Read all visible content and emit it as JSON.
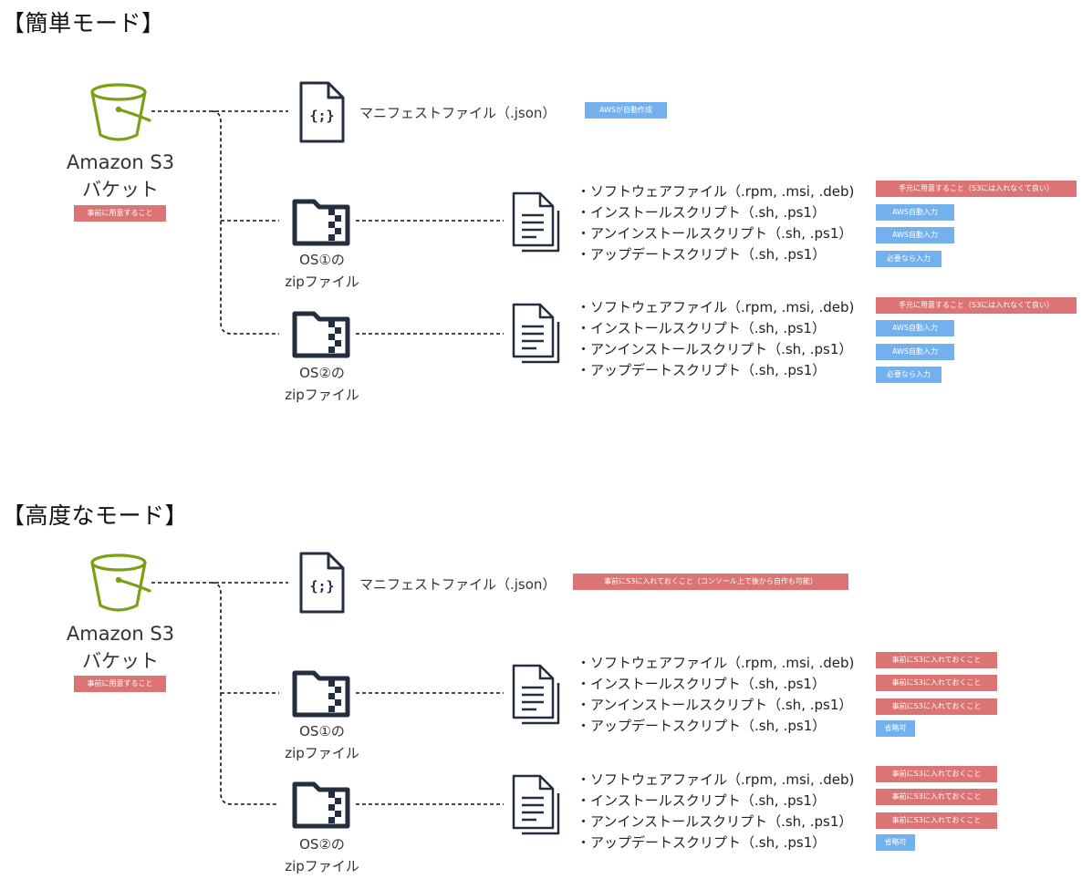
{
  "colors": {
    "bucket": "#7aa116",
    "icon": "#232f3e",
    "red_badge": "#dc7474",
    "blue_badge": "#72b0ee"
  },
  "icons": {
    "bucket": "s3-bucket-icon",
    "manifest": "json-file-icon",
    "zip": "zip-folder-icon",
    "documents": "documents-icon"
  },
  "simple": {
    "title": "【簡単モード】",
    "s3_line1": "Amazon S3",
    "s3_line2": "バケット",
    "s3_badge": "事前に用意すること",
    "manifest_label": "マニフェストファイル（.json）",
    "manifest_badge": "AWSが自動作成",
    "os1_line1": "OS①の",
    "os1_line2": "zipファイル",
    "os2_line1": "OS②の",
    "os2_line2": "zipファイル",
    "files": [
      "・ソフトウェアファイル（.rpm, .msi, .deb)",
      "・インストールスクリプト（.sh, .ps1）",
      "・アンインストールスクリプト（.sh, .ps1）",
      "・アップデートスクリプト（.sh, .ps1）"
    ],
    "badges": [
      "手元に用意すること（S3には入れなくて良い）",
      "AWS自動入力",
      "AWS自動入力",
      "必要なら入力"
    ]
  },
  "advanced": {
    "title": "【高度なモード】",
    "s3_line1": "Amazon S3",
    "s3_line2": "バケット",
    "s3_badge": "事前に用意すること",
    "manifest_label": "マニフェストファイル（.json）",
    "manifest_badge": "事前にS3に入れておくこと（コンソール上で後から自作も可能）",
    "os1_line1": "OS①の",
    "os1_line2": "zipファイル",
    "os2_line1": "OS②の",
    "os2_line2": "zipファイル",
    "files": [
      "・ソフトウェアファイル（.rpm, .msi, .deb)",
      "・インストールスクリプト（.sh, .ps1）",
      "・アンインストールスクリプト（.sh, .ps1）",
      "・アップデートスクリプト（.sh, .ps1）"
    ],
    "badges": [
      "事前にS3に入れておくこと",
      "事前にS3に入れておくこと",
      "事前にS3に入れておくこと",
      "省略可"
    ]
  }
}
